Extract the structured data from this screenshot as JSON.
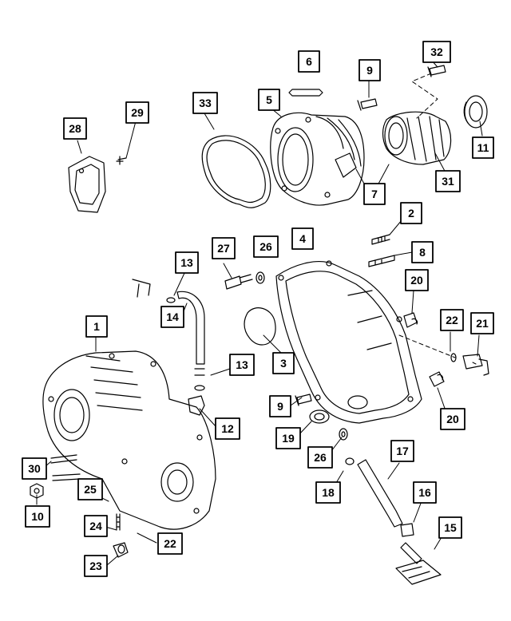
{
  "diagram": {
    "callouts": [
      {
        "id": "c32",
        "label": "32"
      },
      {
        "id": "c6",
        "label": "6"
      },
      {
        "id": "c9a",
        "label": "9"
      },
      {
        "id": "c33",
        "label": "33"
      },
      {
        "id": "c5",
        "label": "5"
      },
      {
        "id": "c28",
        "label": "28"
      },
      {
        "id": "c29",
        "label": "29"
      },
      {
        "id": "c11",
        "label": "11"
      },
      {
        "id": "c7",
        "label": "7"
      },
      {
        "id": "c31",
        "label": "31"
      },
      {
        "id": "c2",
        "label": "2"
      },
      {
        "id": "c4",
        "label": "4"
      },
      {
        "id": "c27",
        "label": "27"
      },
      {
        "id": "c26a",
        "label": "26"
      },
      {
        "id": "c8",
        "label": "8"
      },
      {
        "id": "c13a",
        "label": "13"
      },
      {
        "id": "c20a",
        "label": "20"
      },
      {
        "id": "c14",
        "label": "14"
      },
      {
        "id": "c1",
        "label": "1"
      },
      {
        "id": "c22a",
        "label": "22"
      },
      {
        "id": "c21",
        "label": "21"
      },
      {
        "id": "c3",
        "label": "3"
      },
      {
        "id": "c13b",
        "label": "13"
      },
      {
        "id": "c9b",
        "label": "9"
      },
      {
        "id": "c12",
        "label": "12"
      },
      {
        "id": "c20b",
        "label": "20"
      },
      {
        "id": "c19",
        "label": "19"
      },
      {
        "id": "c17",
        "label": "17"
      },
      {
        "id": "c30",
        "label": "30"
      },
      {
        "id": "c26b",
        "label": "26"
      },
      {
        "id": "c25",
        "label": "25"
      },
      {
        "id": "c18",
        "label": "18"
      },
      {
        "id": "c16",
        "label": "16"
      },
      {
        "id": "c10",
        "label": "10"
      },
      {
        "id": "c24",
        "label": "24"
      },
      {
        "id": "c15",
        "label": "15"
      },
      {
        "id": "c22b",
        "label": "22"
      },
      {
        "id": "c23",
        "label": "23"
      }
    ]
  }
}
